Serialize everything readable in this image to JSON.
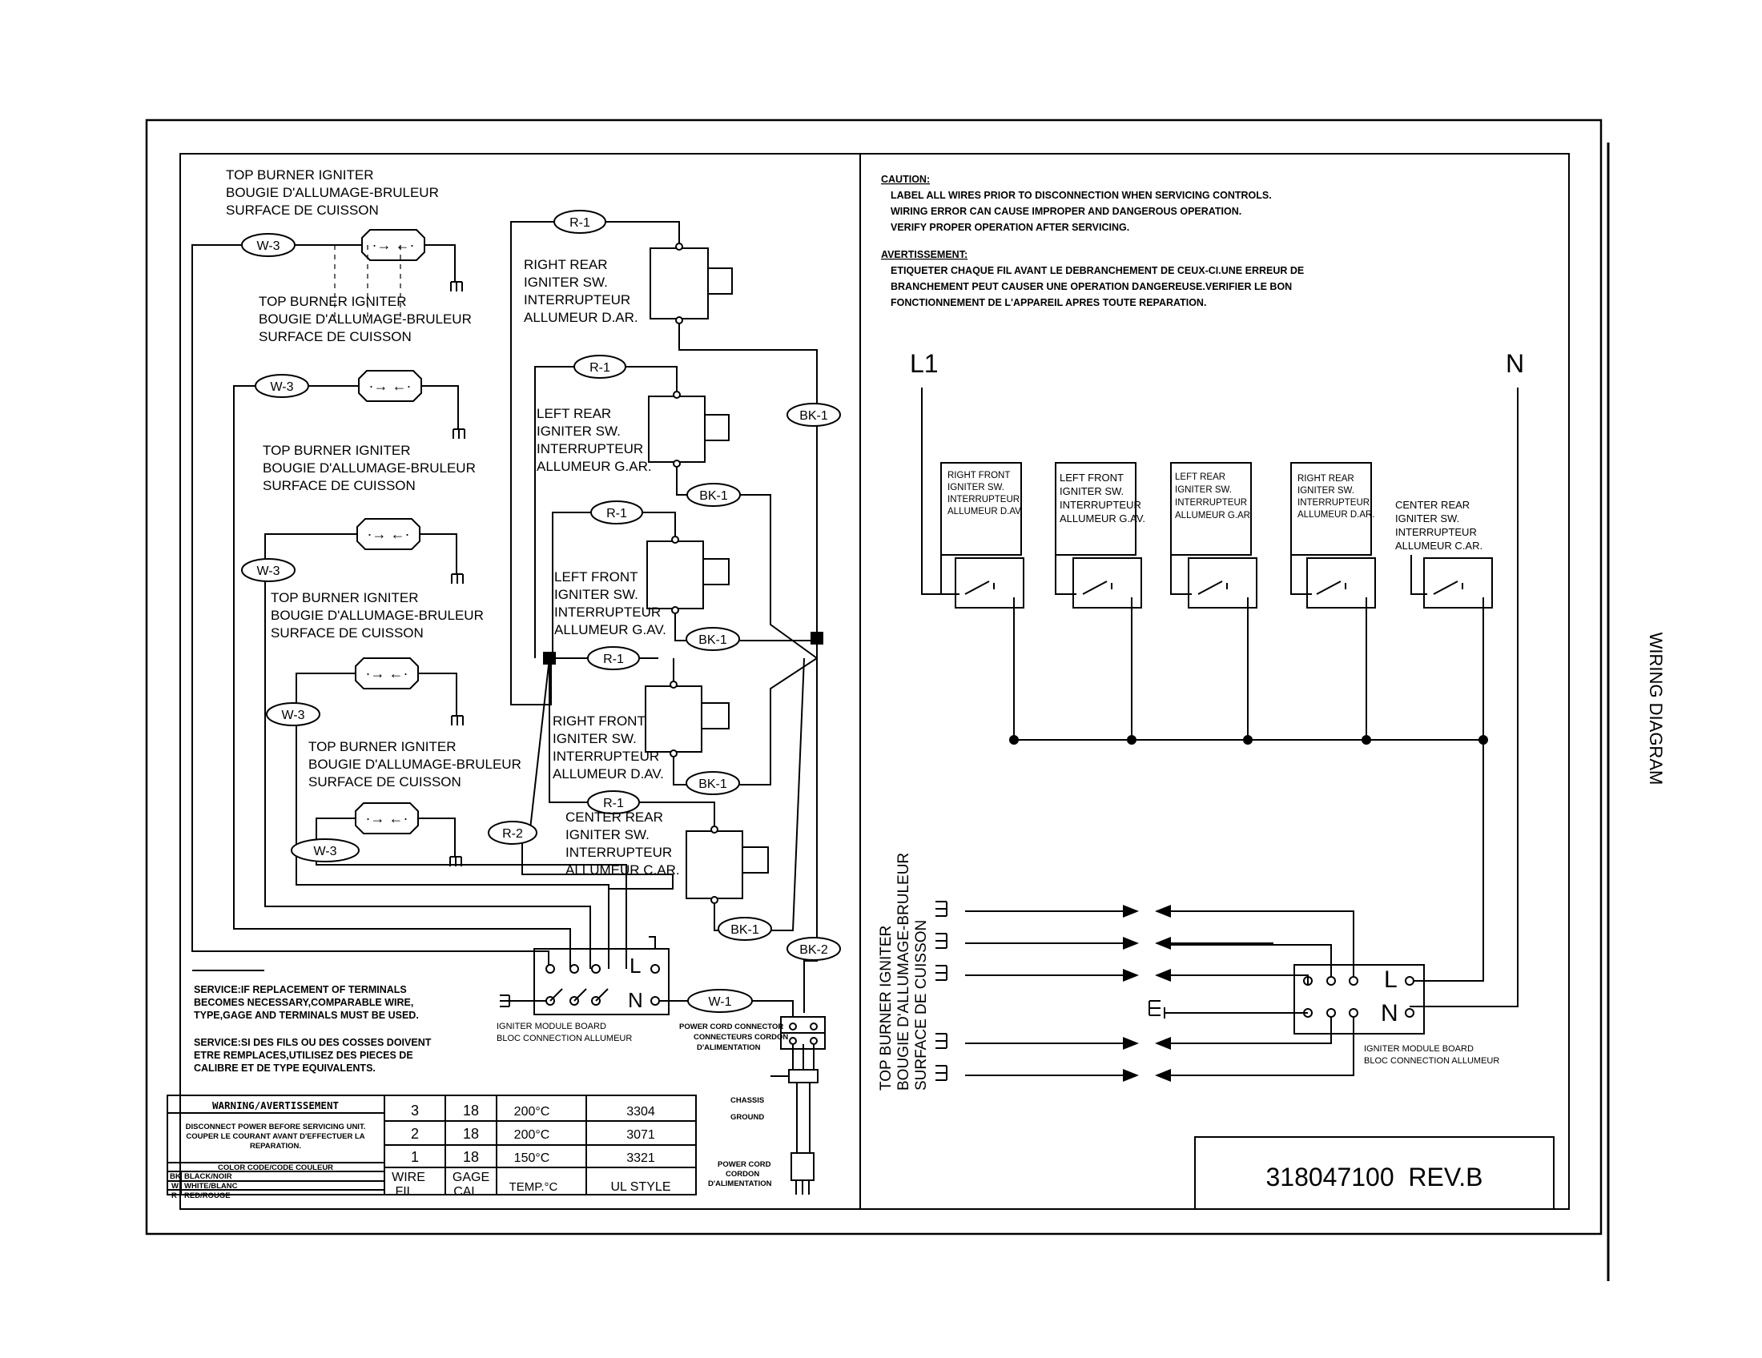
{
  "side_title": "WIRING DIAGRAM",
  "part_number": "318047100  REV.B",
  "caution": {
    "title": "CAUTION:",
    "lines": [
      "LABEL ALL WIRES PRIOR TO DISCONNECTION WHEN SERVICING CONTROLS.",
      "WIRING ERROR CAN CAUSE IMPROPER AND DANGEROUS OPERATION.",
      "VERIFY PROPER OPERATION AFTER SERVICING."
    ]
  },
  "avertissement": {
    "title": "AVERTISSEMENT:",
    "lines": [
      "ETIQUETER CHAQUE FIL AVANT LE DEBRANCHEMENT DE CEUX-CI.UNE ERREUR DE",
      "BRANCHEMENT PEUT CAUSER UNE OPERATION DANGEREUSE.VERIFIER LE BON",
      "FONCTIONNEMENT DE L'APPAREIL APRES TOUTE REPARATION."
    ]
  },
  "igniter_label": [
    "TOP BURNER IGNITER",
    "BOUGIE D'ALLUMAGE-BRULEUR",
    "SURFACE DE CUISSON"
  ],
  "igniter_label_vertical": [
    "TOP BURNER IGNITER",
    "BOUGIE D'ALLUMAGE-BRULEUR",
    "SURFACE DE CUISSON"
  ],
  "switches_left": {
    "right_rear": [
      "RIGHT REAR",
      "IGNITER SW.",
      "INTERRUPTEUR",
      "ALLUMEUR D.AR."
    ],
    "left_rear": [
      "LEFT REAR",
      "IGNITER SW.",
      "INTERRUPTEUR",
      "ALLUMEUR G.AR."
    ],
    "left_front": [
      "LEFT FRONT",
      "IGNITER SW.",
      "INTERRUPTEUR",
      "ALLUMEUR G.AV."
    ],
    "right_front": [
      "RIGHT FRONT",
      "IGNITER SW.",
      "INTERRUPTEUR",
      "ALLUMEUR D.AV."
    ],
    "center_rear": [
      "CENTER REAR",
      "IGNITER SW.",
      "INTERRUPTEUR",
      "ALLUMEUR C.AR."
    ]
  },
  "switches_right": {
    "right_front": [
      "RIGHT FRONT",
      "IGNITER SW.",
      "INTERRUPTEUR",
      "ALLUMEUR D.AV."
    ],
    "left_front": [
      "LEFT FRONT",
      "IGNITER SW.",
      "INTERRUPTEUR",
      "ALLUMEUR G.AV."
    ],
    "left_rear": [
      "LEFT REAR",
      "IGNITER SW.",
      "INTERRUPTEUR",
      "ALLUMEUR G.AR."
    ],
    "right_rear": [
      "RIGHT REAR",
      "IGNITER SW.",
      "INTERRUPTEUR",
      "ALLUMEUR D.AR."
    ],
    "center_rear": [
      "CENTER REAR",
      "IGNITER SW.",
      "INTERRUPTEUR",
      "ALLUMEUR C.AR."
    ]
  },
  "wire_tags": {
    "w3": "W-3",
    "r1": "R-1",
    "r2": "R-2",
    "bk1": "BK-1",
    "bk2": "BK-2",
    "w1": "W-1"
  },
  "module_board": [
    "IGNITER MODULE BOARD",
    "BLOC CONNECTION ALLUMEUR"
  ],
  "module_terminals": {
    "l": "L",
    "n": "N"
  },
  "power_cord_connector": [
    "POWER CORD CONNECTOR",
    "CONNECTEURS CORDON",
    "D'ALIMENTATION"
  ],
  "chassis_ground": [
    "CHASSIS",
    "GROUND"
  ],
  "power_cord": [
    "POWER CORD",
    "CORDON",
    "D'ALIMENTATION"
  ],
  "supply": {
    "l1": "L1",
    "n": "N"
  },
  "service_en": [
    "SERVICE:IF REPLACEMENT OF TERMINALS",
    "BECOMES NECESSARY,COMPARABLE WIRE,",
    "TYPE,GAGE AND TERMINALS MUST BE USED."
  ],
  "service_fr": [
    "SERVICE:SI DES FILS OU DES COSSES DOIVENT",
    "ETRE REMPLACES,UTILISEZ DES PIECES DE",
    "CALIBRE ET DE TYPE EQUIVALENTS."
  ],
  "warning_box": {
    "title": "WARNING/AVERTISSEMENT",
    "lines": [
      "DISCONNECT POWER BEFORE SERVICING UNIT.",
      "COUPER LE COURANT AVANT D'EFFECTUER LA",
      "REPARATION."
    ]
  },
  "color_code": {
    "title": "COLOR CODE/CODE COULEUR",
    "rows": [
      [
        "BK",
        "BLACK/NOIR"
      ],
      [
        "W",
        "WHITE/BLANC"
      ],
      [
        "R",
        "RED/ROUGE"
      ]
    ]
  },
  "wire_table": {
    "rows": [
      [
        "3",
        "18",
        "200°C",
        "3304"
      ],
      [
        "2",
        "18",
        "200°C",
        "3071"
      ],
      [
        "1",
        "18",
        "150°C",
        "3321"
      ]
    ],
    "headers": [
      [
        "WIRE",
        "FIL"
      ],
      [
        "GAGE",
        "CAL."
      ],
      [
        "TEMP.°C"
      ],
      [
        "UL STYLE"
      ]
    ]
  }
}
